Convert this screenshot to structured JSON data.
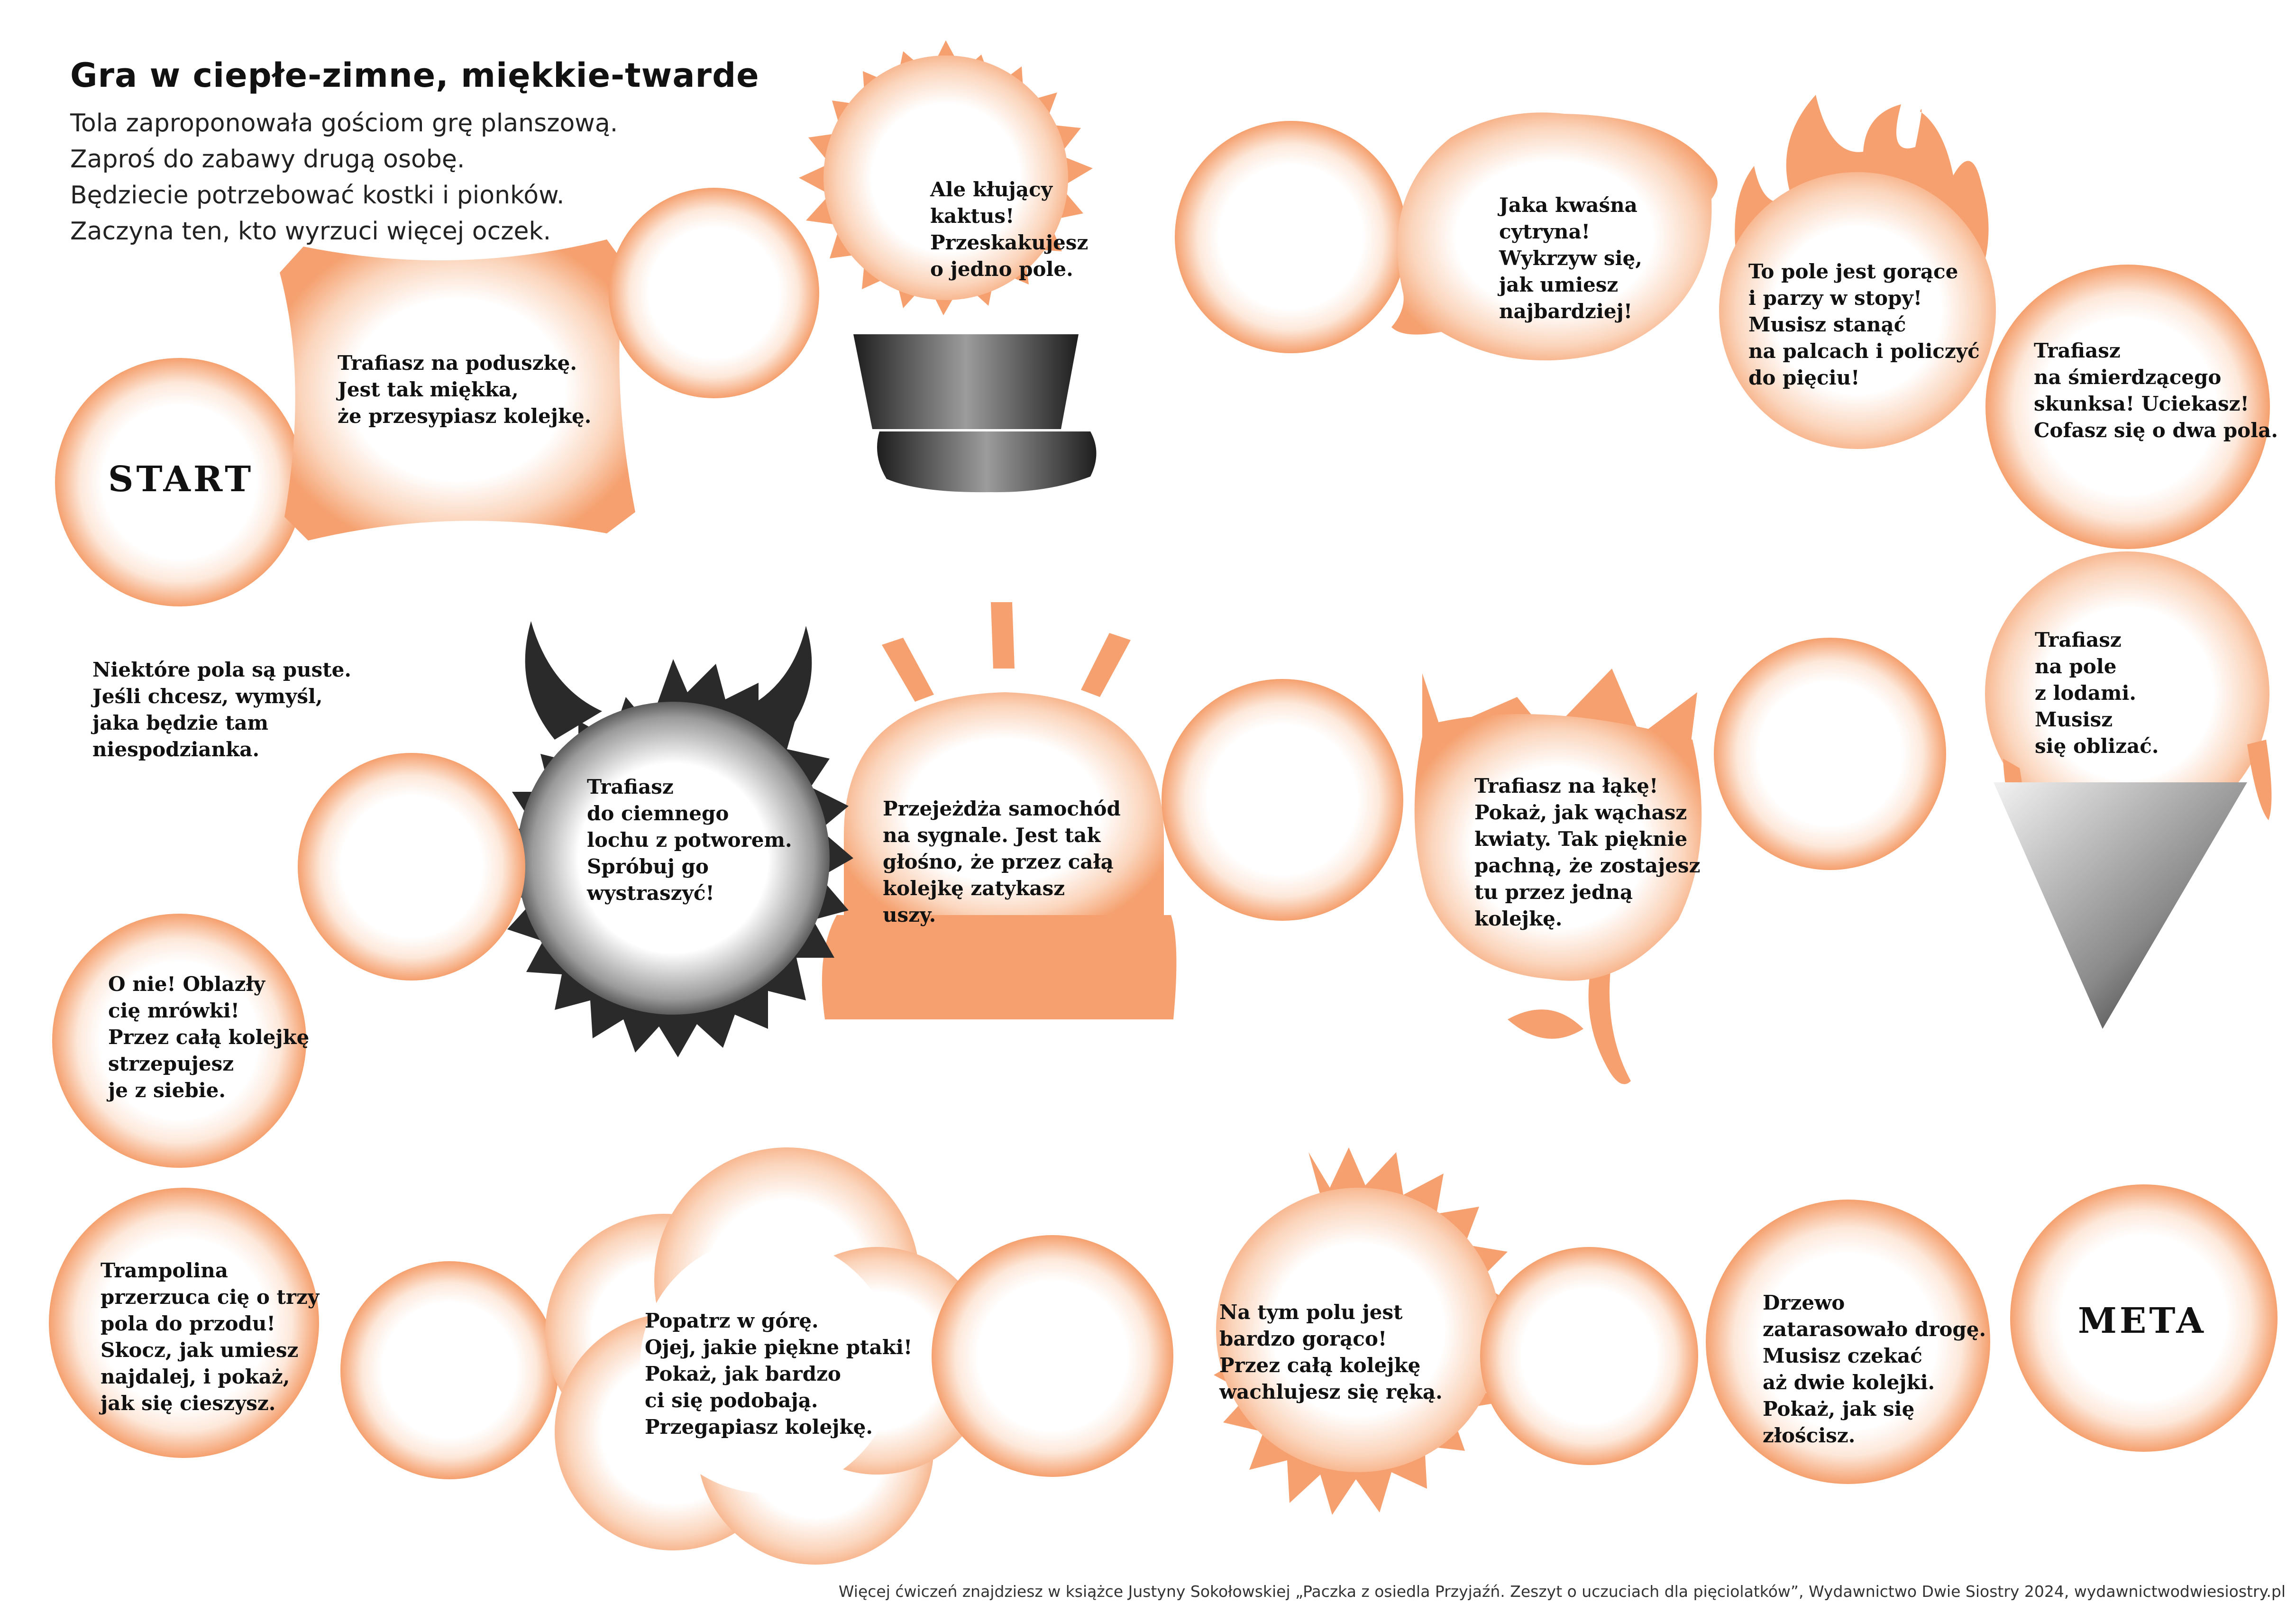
{
  "game": {
    "title": "Gra w ciepłe-zimne, miękkie-twarde",
    "instructions": [
      "Tola zaproponowała gościom grę planszową.",
      "Zaproś do zabawy drugą osobę.",
      "Będziecie potrzebować kostki i pionków.",
      "Zaczyna ten, kto wyrzuci więcej oczek."
    ]
  },
  "board": {
    "start_label": "START",
    "meta_label": "META",
    "empty_fields_note": "Niektóre pola są puste.\nJeśli chcesz, wymyśl,\njaka będzie tam\nniespodzianka.",
    "fields": {
      "pillow": "Trafiasz na poduszkę.\nJest tak miękka,\nże przesypiasz kolejkę.",
      "cactus": "Ale kłujący\nkaktus!\nPrzeskakujesz\no jedno pole.",
      "lemon": "Jaka kwaśna\ncytryna!\nWykrzyw się,\njak umiesz\nnajbardziej!",
      "fire": "To pole jest gorące\ni parzy w stopy!\nMusisz stanąć\nna palcach i policzyć\ndo pięciu!",
      "skunk": "Trafiasz\nna śmierdzącego\nskunksa! Uciekasz!\nCofasz się o dwa pola.",
      "ice_cream": "Trafiasz\nna pole\nz lodami.\nMusisz\nsię oblizać.",
      "meadow": "Trafiasz na łąkę!\nPokaż, jak wąchasz\nkwiaty. Tak pięknie\npachną, że zostajesz\ntu przez jedną\nkolejkę.",
      "siren": "Przejeżdża samochód\nna sygnale. Jest tak\ngłośno, że przez całą\nkolejkę zatykasz\nuszy.",
      "monster": "Trafiasz\ndo ciemnego\nlochu z potworem.\nSpróbuj go\nwystraszyć!",
      "ants": "O nie! Oblazły\ncię mrówki!\nPrzez całą kolejkę\nstrzepujesz\nje z siebie.",
      "trampoline": "Trampolina\nprzerzuca cię o trzy\npola do przodu!\nSkocz, jak umiesz\nnajdalej, i pokaż,\njak się cieszysz.",
      "birds": "Popatrz w górę.\nOjej, jakie piękne ptaki!\nPokaż, jak bardzo\nci się podobają.\nPrzegapiasz kolejkę.",
      "sun": "Na tym polu jest\nbardzo gorąco!\nPrzez całą kolejkę\nwachlujesz się ręką.",
      "tree": "Drzewo\nzatarasowało drogę.\nMusisz czekać\naż dwie kolejki.\nPokaż, jak się\nzłościsz."
    }
  },
  "footer_text": "Więcej ćwiczeń znajdziesz w książce Justyny Sokołowskiej „Paczka z osiedla Przyjaźń. Zeszyt o uczuciach dla pięciolatków”, Wydawnictwo Dwie Siostry 2024, wydawnictwodwiesiostry.pl",
  "colors": {
    "accent_orange": "#f5a06e",
    "dark_gray": "#2a2a2a",
    "text": "#111111"
  }
}
